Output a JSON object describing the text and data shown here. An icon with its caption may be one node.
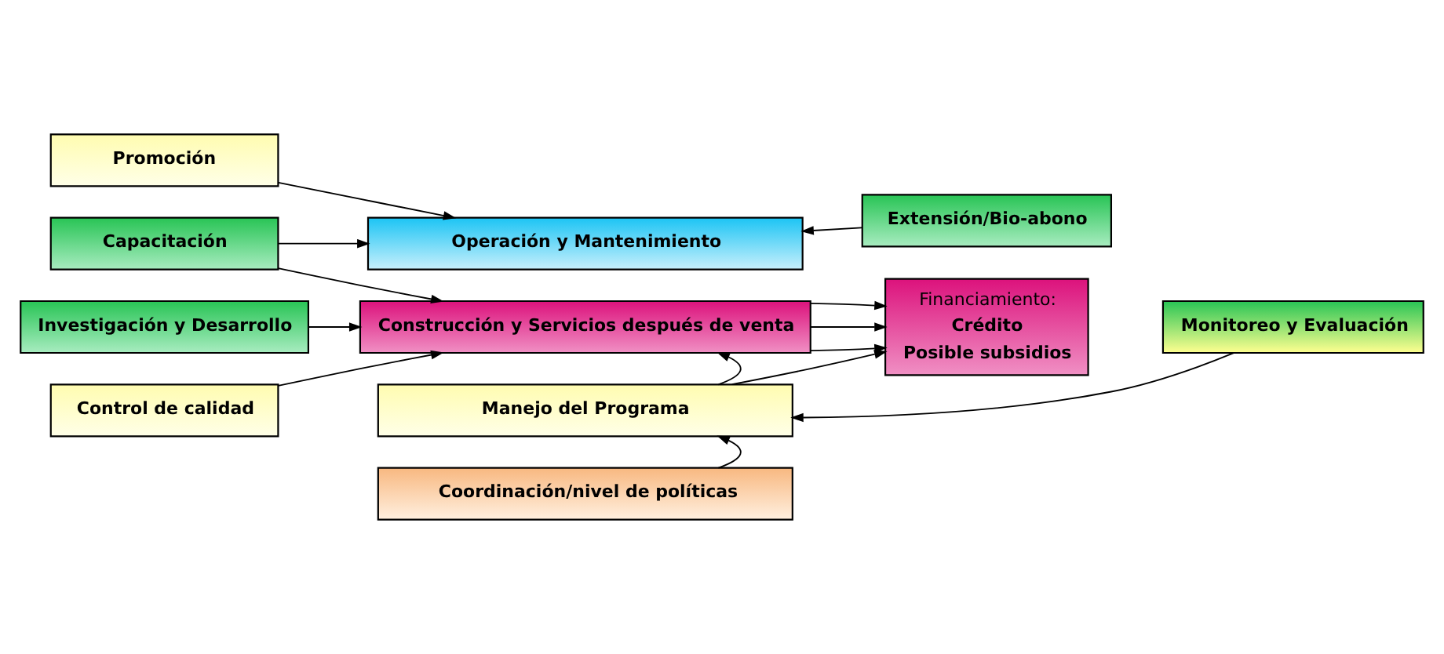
{
  "diagram": {
    "nodes": [
      {
        "text": [
          "Promoción"
        ]
      },
      {
        "text": [
          "Operación y Mantenimiento"
        ]
      },
      {
        "text": [
          "Extensión/Bio-abono"
        ]
      },
      {
        "text": [
          "Capacitación"
        ]
      },
      {
        "text": [
          "Investigación y Desarrollo"
        ]
      },
      {
        "text": [
          "Control de calidad"
        ]
      },
      {
        "text": [
          "Construcción y Servicios después de venta"
        ]
      },
      {
        "text": [
          "Financiamiento:",
          "Crédito",
          "Posible subsidios"
        ]
      },
      {
        "text": [
          "Monitoreo y Evaluación"
        ]
      },
      {
        "text": [
          "Manejo del Programa"
        ]
      },
      {
        "text": [
          "Coordinación/nivel de políticas"
        ]
      }
    ],
    "edges": [
      {
        "from": 0,
        "to": 1,
        "arrow": "to"
      },
      {
        "from": 2,
        "to": 1,
        "arrow": "to"
      },
      {
        "from": 3,
        "to": 1,
        "arrow": "to"
      },
      {
        "from": 3,
        "to": 6,
        "arrow": "to"
      },
      {
        "from": 4,
        "to": 6,
        "arrow": "to"
      },
      {
        "from": 5,
        "to": 6,
        "arrow": "to"
      },
      {
        "from": 6,
        "to": 7,
        "arrow": "to"
      },
      {
        "from": 6,
        "to": 7,
        "arrow": "to"
      },
      {
        "from": 6,
        "to": 7,
        "arrow": "to"
      },
      {
        "from": 9,
        "to": 6,
        "arrow": "to"
      },
      {
        "from": 9,
        "to": 7,
        "arrow": "to"
      },
      {
        "from": 10,
        "to": 9,
        "arrow": "to"
      },
      {
        "from": 8,
        "to": 9,
        "arrow": "to"
      }
    ]
  }
}
